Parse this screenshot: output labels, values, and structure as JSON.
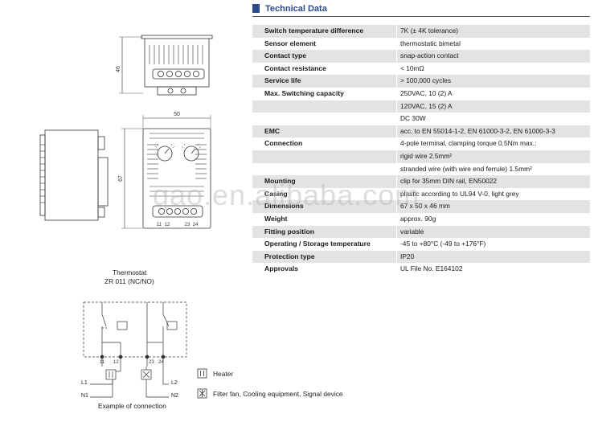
{
  "section_title": "Technical Data",
  "specs": [
    {
      "label": "Switch temperature difference",
      "value": "7K (± 4K tolerance)",
      "shade": true
    },
    {
      "label": "Sensor element",
      "value": "thermostatic bimetal",
      "shade": false
    },
    {
      "label": "Contact type",
      "value": "snap-action contact",
      "shade": true
    },
    {
      "label": "Contact resistance",
      "value": "< 10mΩ",
      "shade": false
    },
    {
      "label": "Service life",
      "value": "> 100,000 cycles",
      "shade": true
    },
    {
      "label": "Max. Switching capacity",
      "value": "250VAC, 10 (2) A",
      "shade": false
    },
    {
      "label": "",
      "value": "120VAC, 15 (2) A",
      "shade": true
    },
    {
      "label": "",
      "value": "DC 30W",
      "shade": false
    },
    {
      "label": "EMC",
      "value": "acc. to EN 55014-1-2, EN 61000-3-2, EN 61000-3-3",
      "shade": true
    },
    {
      "label": "Connection",
      "value": "4-pole terminal, clamping torque 0.5Nm max.:",
      "shade": false
    },
    {
      "label": "",
      "value": "rigid wire 2.5mm²",
      "shade": true
    },
    {
      "label": "",
      "value": "stranded wire (with wire end ferrule) 1.5mm²",
      "shade": false
    },
    {
      "label": "Mounting",
      "value": "clip for 35mm DIN rail, EN50022",
      "shade": true
    },
    {
      "label": "Casing",
      "value": "plastic according to UL94 V-0, light grey",
      "shade": false
    },
    {
      "label": "Dimensions",
      "value": "67 x 50 x 46 mm",
      "shade": true
    },
    {
      "label": "Weight",
      "value": "approx. 90g",
      "shade": false
    },
    {
      "label": "Fitting position",
      "value": "variable",
      "shade": true
    },
    {
      "label": "Operating / Storage temperature",
      "value": "-45 to +80°C (-49 to +176°F)",
      "shade": false
    },
    {
      "label": "Protection type",
      "value": "IP20",
      "shade": true
    },
    {
      "label": "Approvals",
      "value": "UL File No. E164102",
      "shade": false
    }
  ],
  "dimensions": {
    "height_top": "46",
    "width": "50",
    "height_front": "67"
  },
  "terminals": {
    "t11": "11",
    "t12": "12",
    "t23": "23",
    "t24": "24"
  },
  "wiring": {
    "title_line1": "Thermostat",
    "title_line2": "ZR 011 (NC/NO)",
    "l1": "L1",
    "n1": "N1",
    "l2": "L2",
    "n2": "N2",
    "t11": "11",
    "t12": "12",
    "t23": "23",
    "t24": "24",
    "caption": "Example of connection"
  },
  "legend": [
    {
      "icon": "heater-icon",
      "text": "Heater"
    },
    {
      "icon": "fan-icon",
      "text": "Filter fan, Cooling equipment, Signal device"
    }
  ],
  "watermark": "qao.en.alibaba.com"
}
